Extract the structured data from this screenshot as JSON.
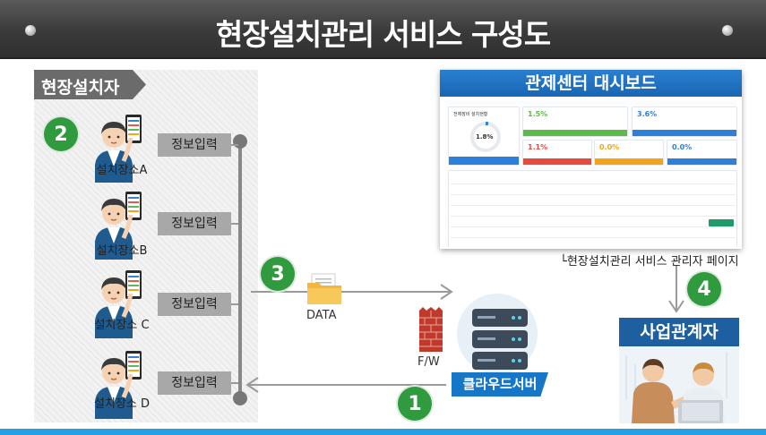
{
  "header": {
    "title": "현장설치관리 서비스 구성도"
  },
  "installer": {
    "label": "현장설치자",
    "sites": [
      {
        "input_label": "정보입력",
        "place": "설치장소A"
      },
      {
        "input_label": "정보입력",
        "place": "설치장소B"
      },
      {
        "input_label": "정보입력",
        "place": "설치장소 C"
      },
      {
        "input_label": "정보입력",
        "place": "설치장소 D"
      }
    ]
  },
  "steps": [
    "1",
    "2",
    "3",
    "4"
  ],
  "dashboard": {
    "title": "관제센터 대시보드",
    "caption": "└현장설치관리 서비스 관리자 페이지",
    "main_card_title": "전체장비 설치현황",
    "main_pct": "1.8%",
    "cards": [
      {
        "pct": "1.5%",
        "color": "#5fb84a"
      },
      {
        "pct": "3.6%",
        "color": "#2d7fd8"
      },
      {
        "pct": "1.1%",
        "color": "#e54b3c"
      },
      {
        "pct": "0.0%",
        "color": "#f2a51a"
      },
      {
        "pct": "0.0%",
        "color": "#2d7fd8"
      }
    ]
  },
  "flow": {
    "data_label": "DATA",
    "firewall_label": "F/W",
    "cloud_label": "클라우드서버"
  },
  "business": {
    "label": "사업관계자"
  },
  "colors": {
    "accent": "#1876c6",
    "step_green": "#2f9a3e",
    "bottom_bar": "#23a0e6"
  }
}
